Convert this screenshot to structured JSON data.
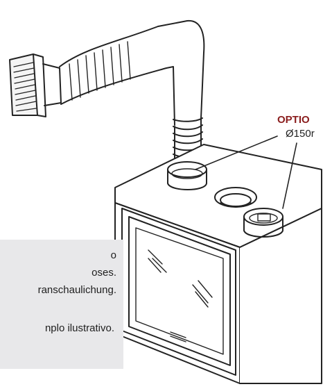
{
  "callout": {
    "title": "OPTIO",
    "diameter": "Ø150r"
  },
  "note": {
    "lines": [
      "o",
      "oses.",
      "ranschaulichung.",
      "nplo ilustrativo."
    ]
  },
  "colors": {
    "callout_title": "#8a1d1d",
    "line_art": "#222222",
    "note_background": "#e8e8ea"
  }
}
